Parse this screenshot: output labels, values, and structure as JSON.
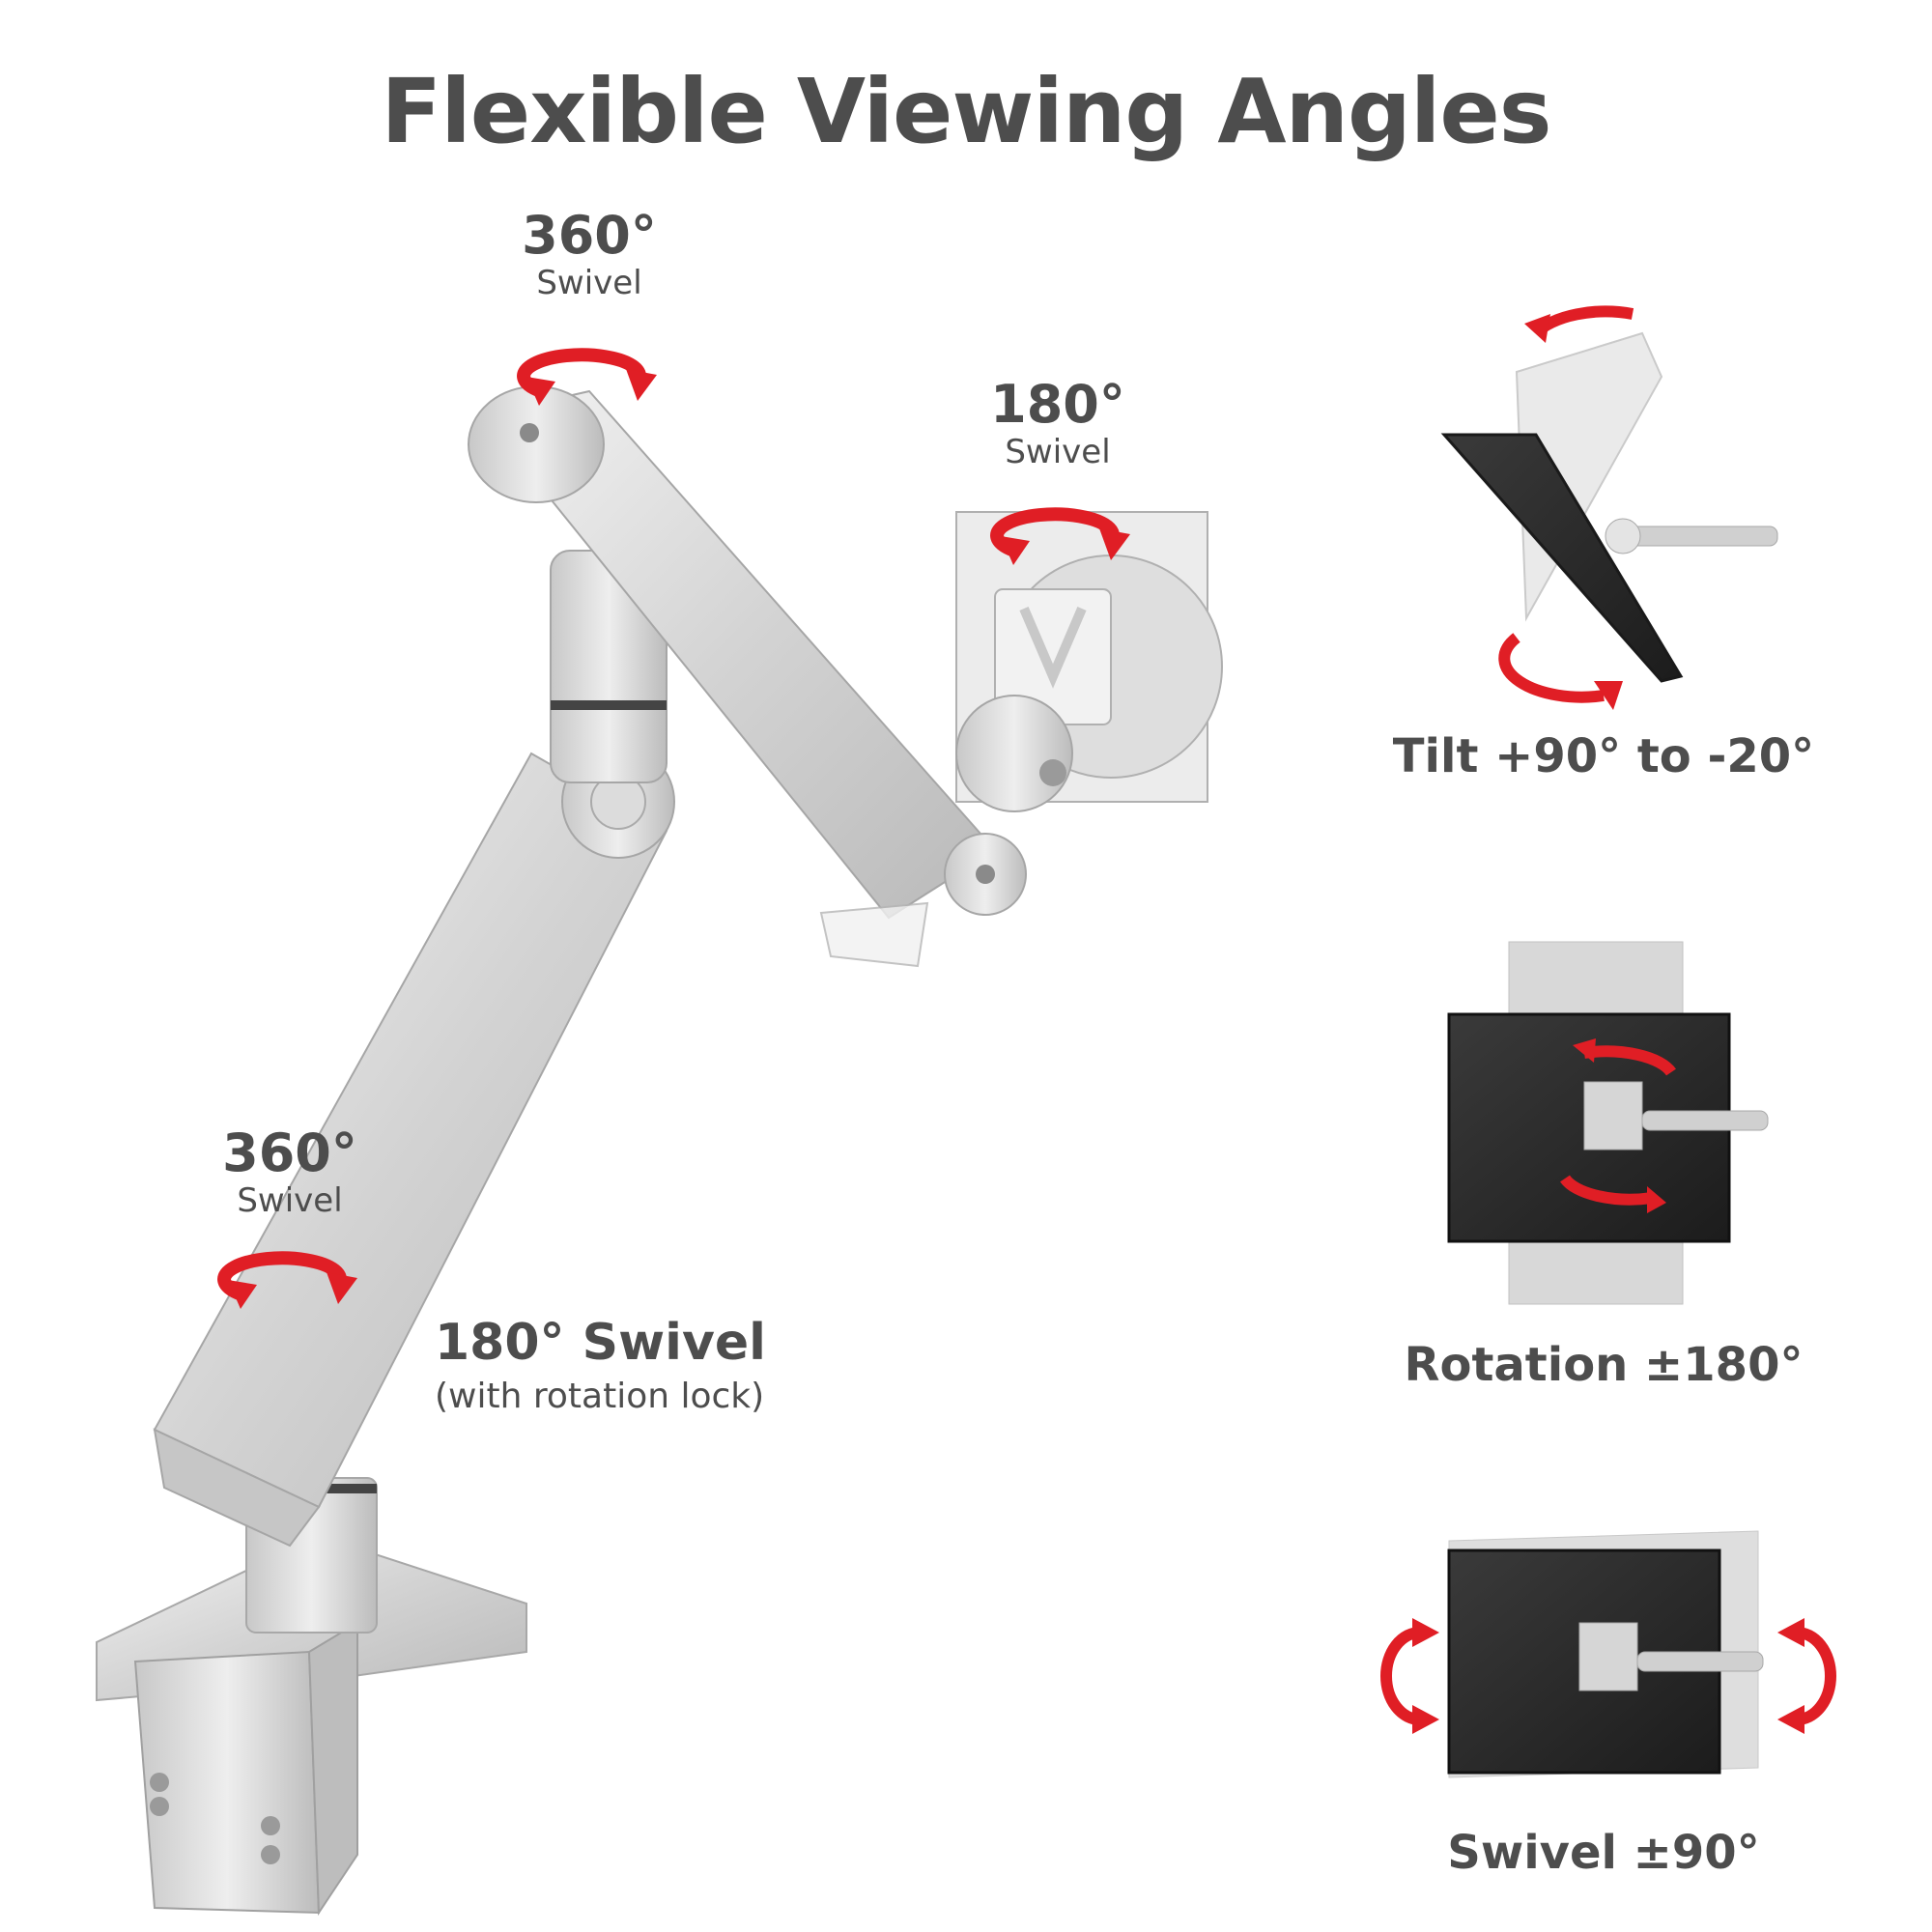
{
  "title": "Flexible Viewing Angles",
  "labels": {
    "top_swivel": {
      "degree": "360°",
      "text": "Swivel"
    },
    "head_swivel": {
      "degree": "180°",
      "text": "Swivel"
    },
    "base_swivel": {
      "degree": "360°",
      "text": "Swivel"
    },
    "pole_swivel": {
      "text": "180° Swivel",
      "note": "(with rotation lock)"
    }
  },
  "panels": {
    "tilt": "Tilt +90° to -20°",
    "rotation": "Rotation ±180°",
    "swivel": "Swivel ±90°"
  },
  "colors": {
    "arrow": "#e01e25",
    "aluminum": "#d6d6d6",
    "monitor": "#2a2a2a",
    "text": "#4d4d4d"
  }
}
